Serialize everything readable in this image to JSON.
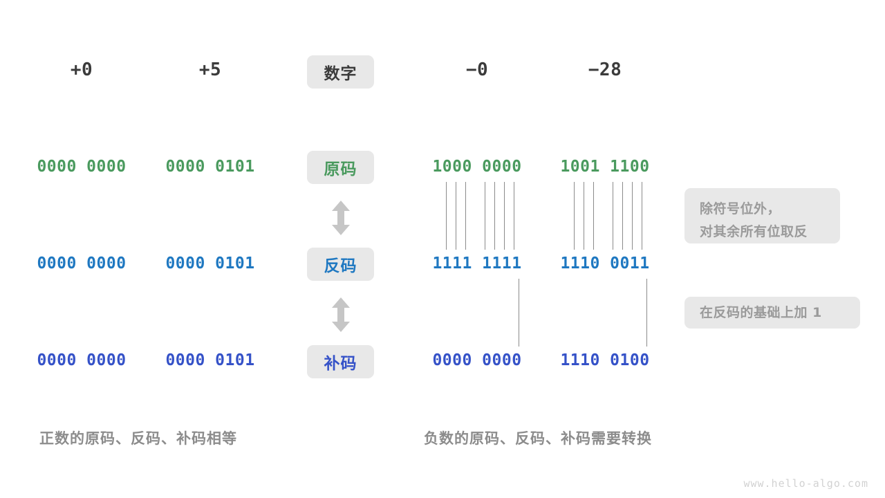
{
  "diagram": {
    "title_row": {
      "label": "数字",
      "positive": [
        {
          "name": "plus-zero",
          "value": "+0"
        },
        {
          "name": "plus-five",
          "value": "+5"
        }
      ],
      "negative": [
        {
          "name": "minus-zero",
          "value": "−0"
        },
        {
          "name": "minus-twentyeight",
          "value": "−28"
        }
      ]
    },
    "rows": [
      {
        "key": "sign-magnitude",
        "label": "原码",
        "color": "#4a9a5e",
        "positive": [
          "0000 0000",
          "0000 0101"
        ],
        "negative": [
          "1000 0000",
          "1001 1100"
        ]
      },
      {
        "key": "ones-complement",
        "label": "反码",
        "color": "#1f78c1",
        "positive": [
          "0000 0000",
          "0000 0101"
        ],
        "negative": [
          "1111 1111",
          "1110 0011"
        ]
      },
      {
        "key": "twos-complement",
        "label": "补码",
        "color": "#3552c8",
        "positive": [
          "0000 0000",
          "0000 0101"
        ],
        "negative": [
          "0000 0000",
          "1110 0100"
        ]
      }
    ],
    "notes": [
      {
        "key": "invert-bits",
        "lines": [
          "除符号位外，",
          "对其余所有位取反"
        ]
      },
      {
        "key": "add-one",
        "lines": [
          "在反码的基础上加 1"
        ]
      }
    ],
    "captions": {
      "positive": "正数的原码、反码、补码相等",
      "negative": "负数的原码、反码、补码需要转换"
    },
    "watermark": "www.hello-algo.com",
    "arrow_icon": "double-headed-vertical-arrow"
  }
}
